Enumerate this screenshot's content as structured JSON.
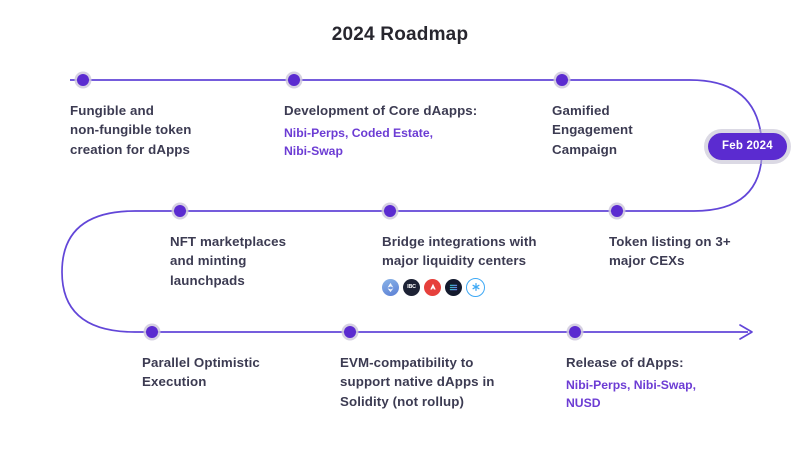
{
  "page": {
    "title": "2024 Roadmap",
    "background": "#ffffff",
    "accent": "#5b2bd0",
    "line_color": "#6246d8",
    "heading_color": "#3c3b52",
    "sub_color": "#6c3cd4"
  },
  "badge": {
    "label": "Feb 2024"
  },
  "milestones": [
    {
      "id": "fungible-token-creation",
      "row": 1,
      "heading": "Fungible and\nnon-fungible token\ncreation for dApps",
      "sub": ""
    },
    {
      "id": "core-dapps",
      "row": 1,
      "heading": "Development of Core dAapps:",
      "sub": "Nibi-Perps, Coded Estate,\nNibi-Swap"
    },
    {
      "id": "gamified-engagement",
      "row": 1,
      "heading": "Gamified\nEngagement\nCampaign",
      "sub": ""
    },
    {
      "id": "nft-marketplaces",
      "row": 2,
      "heading": "NFT marketplaces\nand minting\nlaunchpads",
      "sub": ""
    },
    {
      "id": "bridge-integrations",
      "row": 2,
      "heading": "Bridge integrations with\nmajor liquidity centers",
      "sub": ""
    },
    {
      "id": "token-listing-cex",
      "row": 2,
      "heading": "Token listing on 3+\nmajor CEXs",
      "sub": ""
    },
    {
      "id": "parallel-optimistic-execution",
      "row": 3,
      "heading": "Parallel Optimistic\nExecution",
      "sub": ""
    },
    {
      "id": "evm-compatibility",
      "row": 3,
      "heading": "EVM-compatibility to\nsupport native dApps in\nSolidity (not rollup)",
      "sub": ""
    },
    {
      "id": "release-of-dapps",
      "row": 3,
      "heading": "Release of dApps:",
      "sub": "Nibi-Perps, Nibi-Swap,\nNUSD"
    }
  ],
  "chain_icons": [
    {
      "name": "ethereum-icon",
      "label": ""
    },
    {
      "name": "ibc-icon",
      "label": "IBC"
    },
    {
      "name": "avalanche-icon",
      "label": ""
    },
    {
      "name": "solana-icon",
      "label": ""
    },
    {
      "name": "wormhole-icon",
      "label": ""
    }
  ]
}
